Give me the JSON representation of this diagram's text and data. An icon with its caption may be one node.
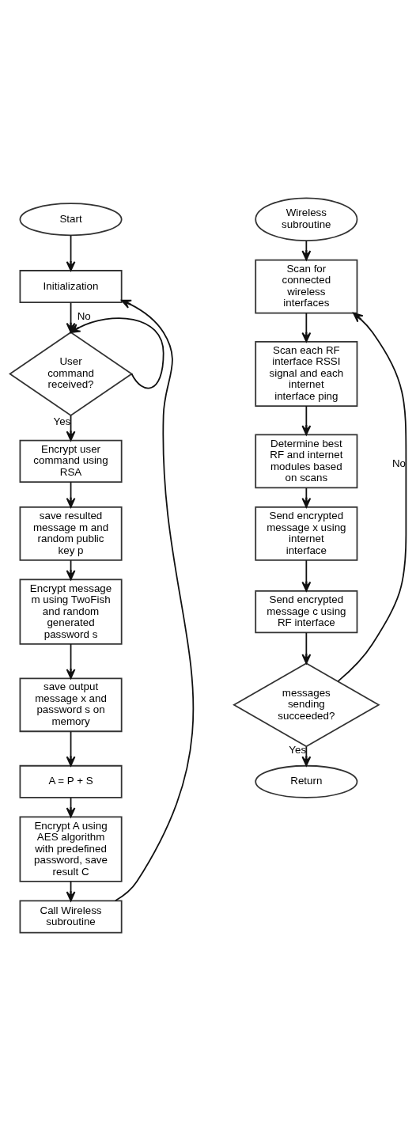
{
  "diagram": {
    "nodes": [
      {
        "text": [
          "Start"
        ]
      },
      {
        "text": [
          "Initialization"
        ]
      },
      {
        "text": [
          "User command received?"
        ]
      },
      {
        "text": [
          "Encrypt user command using RSA"
        ]
      },
      {
        "text": [
          "save resulted message m and random public key p"
        ]
      },
      {
        "text": [
          "Encrypt message m using TwoFish and random generated password s"
        ]
      },
      {
        "text": [
          "save output message x and password s on memory"
        ]
      },
      {
        "text": [
          "A = P + S"
        ]
      },
      {
        "text": [
          "Encrypt A using AES algorithm with predefined password, save result C"
        ]
      },
      {
        "text": [
          "Call Wireless subroutine"
        ]
      },
      {
        "text": [
          "Wireless subroutine"
        ]
      },
      {
        "text": [
          "Scan for connected wireless interfaces"
        ]
      },
      {
        "text": [
          "Scan each RF interface RSSI signal and each internet interface ping"
        ]
      },
      {
        "text": [
          "Determine best RF and internet modules based on scans"
        ]
      },
      {
        "text": [
          "Send encrypted message x using internet interface"
        ]
      },
      {
        "text": [
          "Send encrypted message c using RF interface"
        ]
      },
      {
        "text": [
          "messages sending succeeded?"
        ]
      },
      {
        "text": [
          "Return"
        ]
      }
    ],
    "edges": [
      {
        "from": 0,
        "to": 1,
        "arrow": "to"
      },
      {
        "from": 1,
        "to": 2,
        "arrow": "to"
      },
      {
        "from": 2,
        "to": 2,
        "arrow": "to",
        "label": "No"
      },
      {
        "from": 2,
        "to": 3,
        "arrow": "to",
        "label": "Yes"
      },
      {
        "from": 3,
        "to": 4,
        "arrow": "to"
      },
      {
        "from": 4,
        "to": 5,
        "arrow": "to"
      },
      {
        "from": 5,
        "to": 6,
        "arrow": "to"
      },
      {
        "from": 6,
        "to": 7,
        "arrow": "to"
      },
      {
        "from": 7,
        "to": 8,
        "arrow": "to"
      },
      {
        "from": 8,
        "to": 9,
        "arrow": "to"
      },
      {
        "from": 9,
        "to": 1,
        "arrow": "to"
      },
      {
        "from": 10,
        "to": 11,
        "arrow": "to"
      },
      {
        "from": 11,
        "to": 12,
        "arrow": "to"
      },
      {
        "from": 12,
        "to": 13,
        "arrow": "to"
      },
      {
        "from": 13,
        "to": 14,
        "arrow": "to"
      },
      {
        "from": 14,
        "to": 15,
        "arrow": "to"
      },
      {
        "from": 15,
        "to": 16,
        "arrow": "to"
      },
      {
        "from": 16,
        "to": 11,
        "arrow": "to",
        "label": "No"
      },
      {
        "from": 16,
        "to": 17,
        "arrow": "to",
        "label": "Yes"
      }
    ]
  }
}
